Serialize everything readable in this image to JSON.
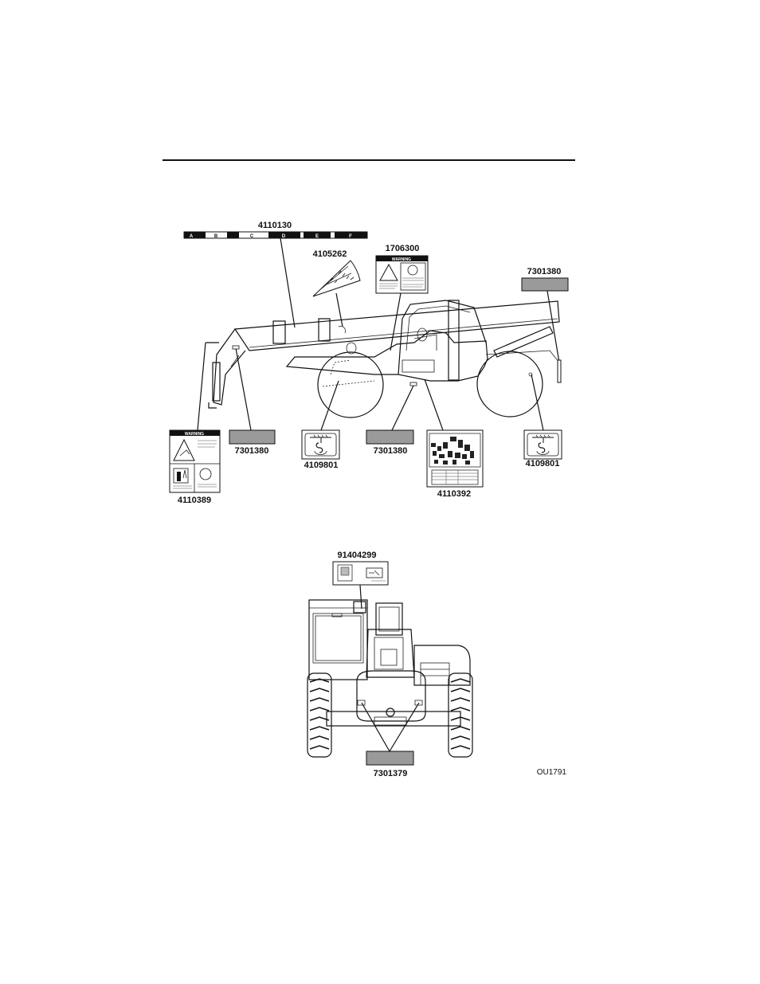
{
  "figure_ref": "OU1791",
  "side_view": {
    "callouts": {
      "boom_decal": "4110130",
      "angle_indicator": "4105262",
      "cab_warning": "1706300",
      "rear_reflector": "7301380",
      "carriage_warning": "4110389",
      "front_reflector": "7301380",
      "front_tie_down": "4109801",
      "frame_reflector": "7301380",
      "load_chart": "4110392",
      "rear_tie_down": "4109801"
    },
    "boom_scale_letters": [
      "A",
      "B",
      "C",
      "D",
      "E",
      "F"
    ],
    "warning_word": "WARNING"
  },
  "rear_view": {
    "callouts": {
      "engine_decal": "91404299",
      "rear_reflectors": "7301379"
    }
  }
}
